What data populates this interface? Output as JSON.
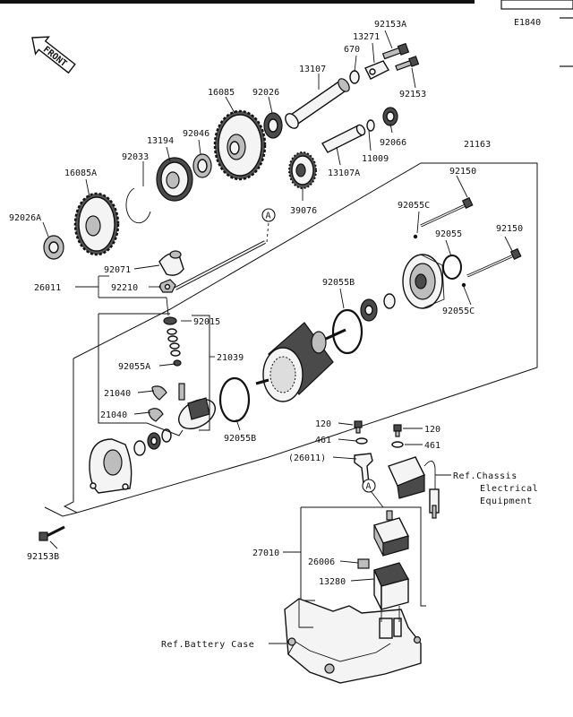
{
  "diagram_code": "E1840",
  "front_label": "FRONT",
  "callouts": {
    "p92153A": "92153A",
    "p13271": "13271",
    "p670": "670",
    "p13107": "13107",
    "p92153": "92153",
    "p16085": "16085",
    "p92026": "92026",
    "p92066": "92066",
    "p13194": "13194",
    "p92046": "92046",
    "p11009": "11009",
    "p92033": "92033",
    "p13107A": "13107A",
    "p21163": "21163",
    "p16085A": "16085A",
    "p39076": "39076",
    "p92150a": "92150",
    "p92055C_top": "92055C",
    "p92026A": "92026A",
    "p92055": "92055",
    "p92150b": "92150",
    "p92071": "92071",
    "p26011": "26011",
    "p92210": "92210",
    "p92055B_top": "92055B",
    "p92055C_bot": "92055C",
    "p92015": "92015",
    "p92055A": "92055A",
    "p21039": "21039",
    "p21040a": "21040",
    "p21040b": "21040",
    "p92055B_bot": "92055B",
    "p120a": "120",
    "p120b": "120",
    "p461a": "461",
    "p461b": "461",
    "p26011_paren": "(26011)",
    "p92153B": "92153B",
    "p27010": "27010",
    "p26006": "26006",
    "p13280": "13280"
  },
  "circle_refs": {
    "a_top": "A",
    "a_bottom": "A"
  },
  "references": {
    "chassis_line1": "Ref.Chassis",
    "chassis_line2": "Electrical",
    "chassis_line3": "Equipment",
    "battery_case": "Ref.Battery Case"
  }
}
